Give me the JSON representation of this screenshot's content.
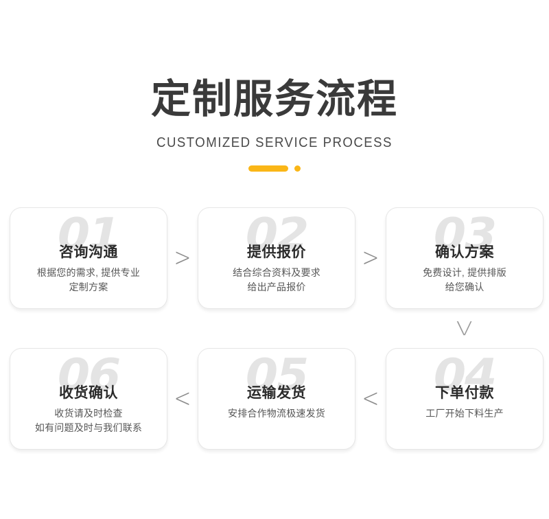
{
  "header": {
    "title": "定制服务流程",
    "subtitle": "CUSTOMIZED SERVICE PROCESS",
    "accent_color": "#fab617",
    "title_color": "#3a3a3a"
  },
  "flow": {
    "connector_right": ">",
    "connector_left": "<",
    "connector_down": "V",
    "row1": [
      {
        "number": "01",
        "title": "咨询沟通",
        "desc_line1": "根据您的需求, 提供专业",
        "desc_line2": "定制方案"
      },
      {
        "number": "02",
        "title": "提供报价",
        "desc_line1": "结合综合资料及要求",
        "desc_line2": "给出产品报价"
      },
      {
        "number": "03",
        "title": "确认方案",
        "desc_line1": "免费设计, 提供排版",
        "desc_line2": "给您确认"
      }
    ],
    "row2": [
      {
        "number": "06",
        "title": "收货确认",
        "desc_line1": "收货请及时检查",
        "desc_line2": "如有问题及时与我们联系"
      },
      {
        "number": "05",
        "title": "运输发货",
        "desc_line1": "安排合作物流极速发货",
        "desc_line2": ""
      },
      {
        "number": "04",
        "title": "下单付款",
        "desc_line1": "工厂开始下料生产",
        "desc_line2": ""
      }
    ]
  }
}
